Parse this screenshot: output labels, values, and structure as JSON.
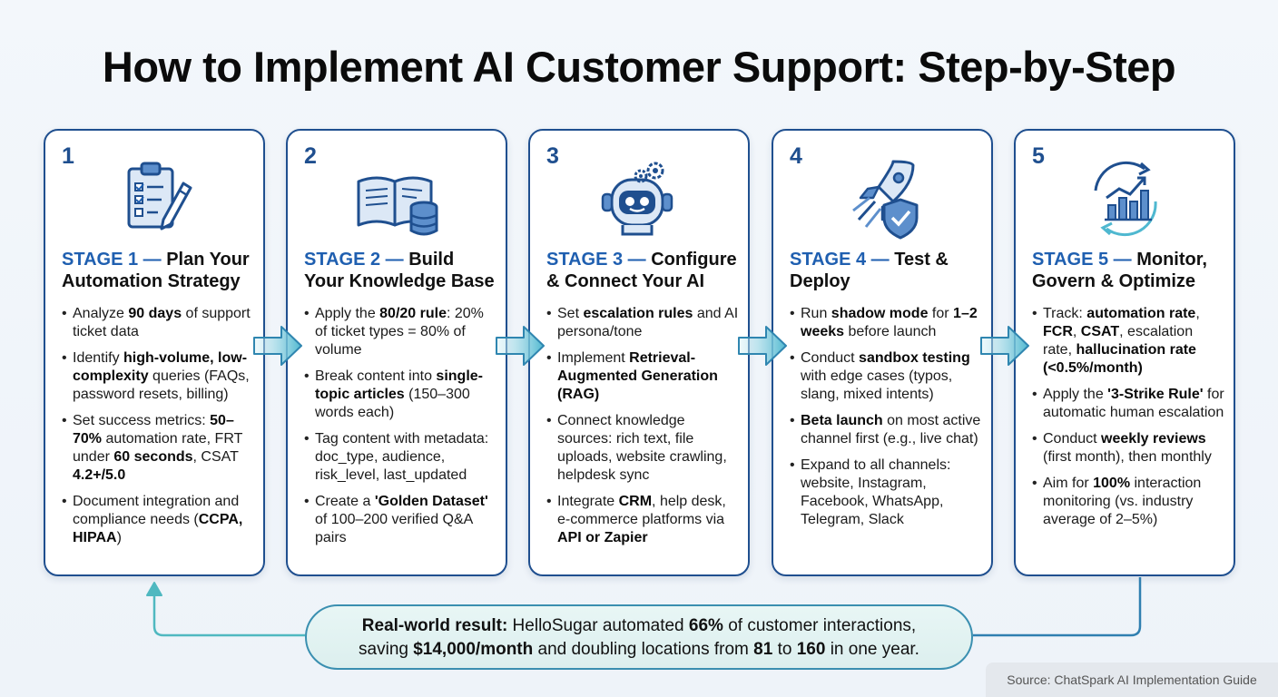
{
  "title": "How to Implement AI Customer Support: Step-by-Step",
  "stages": [
    {
      "num": "1",
      "icon": "clipboard-checklist-icon",
      "stage_label": "STAGE 1 —",
      "title_rest": " Plan Your Automation Strategy",
      "bullets": [
        [
          {
            "t": "Analyze "
          },
          {
            "t": "90 days",
            "b": true
          },
          {
            "t": " of support ticket data"
          }
        ],
        [
          {
            "t": "Identify "
          },
          {
            "t": "high-volume, low-complexity",
            "b": true
          },
          {
            "t": " queries (FAQs, password resets, billing)"
          }
        ],
        [
          {
            "t": "Set success metrics: "
          },
          {
            "t": "50–70%",
            "b": true
          },
          {
            "t": " automation rate, FRT under "
          },
          {
            "t": "60 seconds",
            "b": true
          },
          {
            "t": ", CSAT "
          },
          {
            "t": "4.2+/5.0",
            "b": true
          }
        ],
        [
          {
            "t": "Document integration and compliance needs ("
          },
          {
            "t": "CCPA, HIPAA",
            "b": true
          },
          {
            "t": ")"
          }
        ]
      ]
    },
    {
      "num": "2",
      "icon": "book-database-icon",
      "stage_label": "STAGE 2 —",
      "title_rest": " Build Your Knowledge Base",
      "bullets": [
        [
          {
            "t": "Apply the "
          },
          {
            "t": "80/20 rule",
            "b": true
          },
          {
            "t": ": 20% of ticket types = 80% of volume"
          }
        ],
        [
          {
            "t": "Break content into "
          },
          {
            "t": "single-topic articles",
            "b": true
          },
          {
            "t": " (150–300 words each)"
          }
        ],
        [
          {
            "t": "Tag content with metadata: doc_type, audience, risk_level, last_updated"
          }
        ],
        [
          {
            "t": "Create a "
          },
          {
            "t": "'Golden Dataset'",
            "b": true
          },
          {
            "t": " of 100–200 verified Q&A pairs"
          }
        ]
      ]
    },
    {
      "num": "3",
      "icon": "robot-gears-icon",
      "stage_label": "STAGE 3 —",
      "title_rest": " Configure & Connect Your AI",
      "bullets": [
        [
          {
            "t": "Set "
          },
          {
            "t": "escalation rules",
            "b": true
          },
          {
            "t": " and AI persona/tone"
          }
        ],
        [
          {
            "t": "Implement "
          },
          {
            "t": "Retrieval-Augmented Generation (RAG)",
            "b": true
          }
        ],
        [
          {
            "t": "Connect knowledge sources: rich text, file uploads, website crawling, helpdesk sync"
          }
        ],
        [
          {
            "t": "Integrate "
          },
          {
            "t": "CRM",
            "b": true
          },
          {
            "t": ", help desk, e-commerce platforms via "
          },
          {
            "t": "API or Zapier",
            "b": true
          }
        ]
      ]
    },
    {
      "num": "4",
      "icon": "rocket-shield-icon",
      "stage_label": "STAGE 4 —",
      "title_rest": " Test & Deploy",
      "bullets": [
        [
          {
            "t": "Run "
          },
          {
            "t": "shadow mode",
            "b": true
          },
          {
            "t": " for "
          },
          {
            "t": "1–2 weeks",
            "b": true
          },
          {
            "t": " before launch"
          }
        ],
        [
          {
            "t": "Conduct "
          },
          {
            "t": "sandbox testing",
            "b": true
          },
          {
            "t": " with edge cases (typos, slang, mixed intents)"
          }
        ],
        [
          {
            "t": "Beta launch",
            "b": true
          },
          {
            "t": " on most active channel first (e.g., live chat)"
          }
        ],
        [
          {
            "t": "Expand to all channels: website, Instagram, Facebook, WhatsApp, Telegram, Slack"
          }
        ]
      ]
    },
    {
      "num": "5",
      "icon": "chart-cycle-icon",
      "stage_label": "STAGE 5 —",
      "title_rest": " Monitor, Govern & Optimize",
      "bullets": [
        [
          {
            "t": "Track: "
          },
          {
            "t": "automation rate",
            "b": true
          },
          {
            "t": ", "
          },
          {
            "t": "FCR",
            "b": true
          },
          {
            "t": ", "
          },
          {
            "t": "CSAT",
            "b": true
          },
          {
            "t": ", escalation rate, "
          },
          {
            "t": "hallucination rate (<0.5%/month)",
            "b": true
          }
        ],
        [
          {
            "t": "Apply the "
          },
          {
            "t": "'3-Strike Rule'",
            "b": true
          },
          {
            "t": " for automatic human escalation"
          }
        ],
        [
          {
            "t": "Conduct "
          },
          {
            "t": "weekly reviews",
            "b": true
          },
          {
            "t": " (first month), then monthly"
          }
        ],
        [
          {
            "t": "Aim for "
          },
          {
            "t": "100%",
            "b": true
          },
          {
            "t": " interaction monitoring (vs. industry average of 2–5%)"
          }
        ]
      ]
    }
  ],
  "result": {
    "line1": [
      {
        "t": "Real-world result:",
        "b": true
      },
      {
        "t": " HelloSugar automated "
      },
      {
        "t": "66%",
        "b": true
      },
      {
        "t": " of customer interactions,"
      }
    ],
    "line2": [
      {
        "t": "saving "
      },
      {
        "t": "$14,000/month",
        "b": true
      },
      {
        "t": " and doubling locations from "
      },
      {
        "t": "81",
        "b": true
      },
      {
        "t": " to "
      },
      {
        "t": "160",
        "b": true
      },
      {
        "t": " in one year."
      }
    ]
  },
  "source": "Source: ChatSpark AI Implementation Guide",
  "colors": {
    "card_border": "#1f4f8f",
    "stage_blue": "#1f5fb0",
    "arrow_teal": "#4fb8d0",
    "result_border": "#3a8fb0"
  }
}
